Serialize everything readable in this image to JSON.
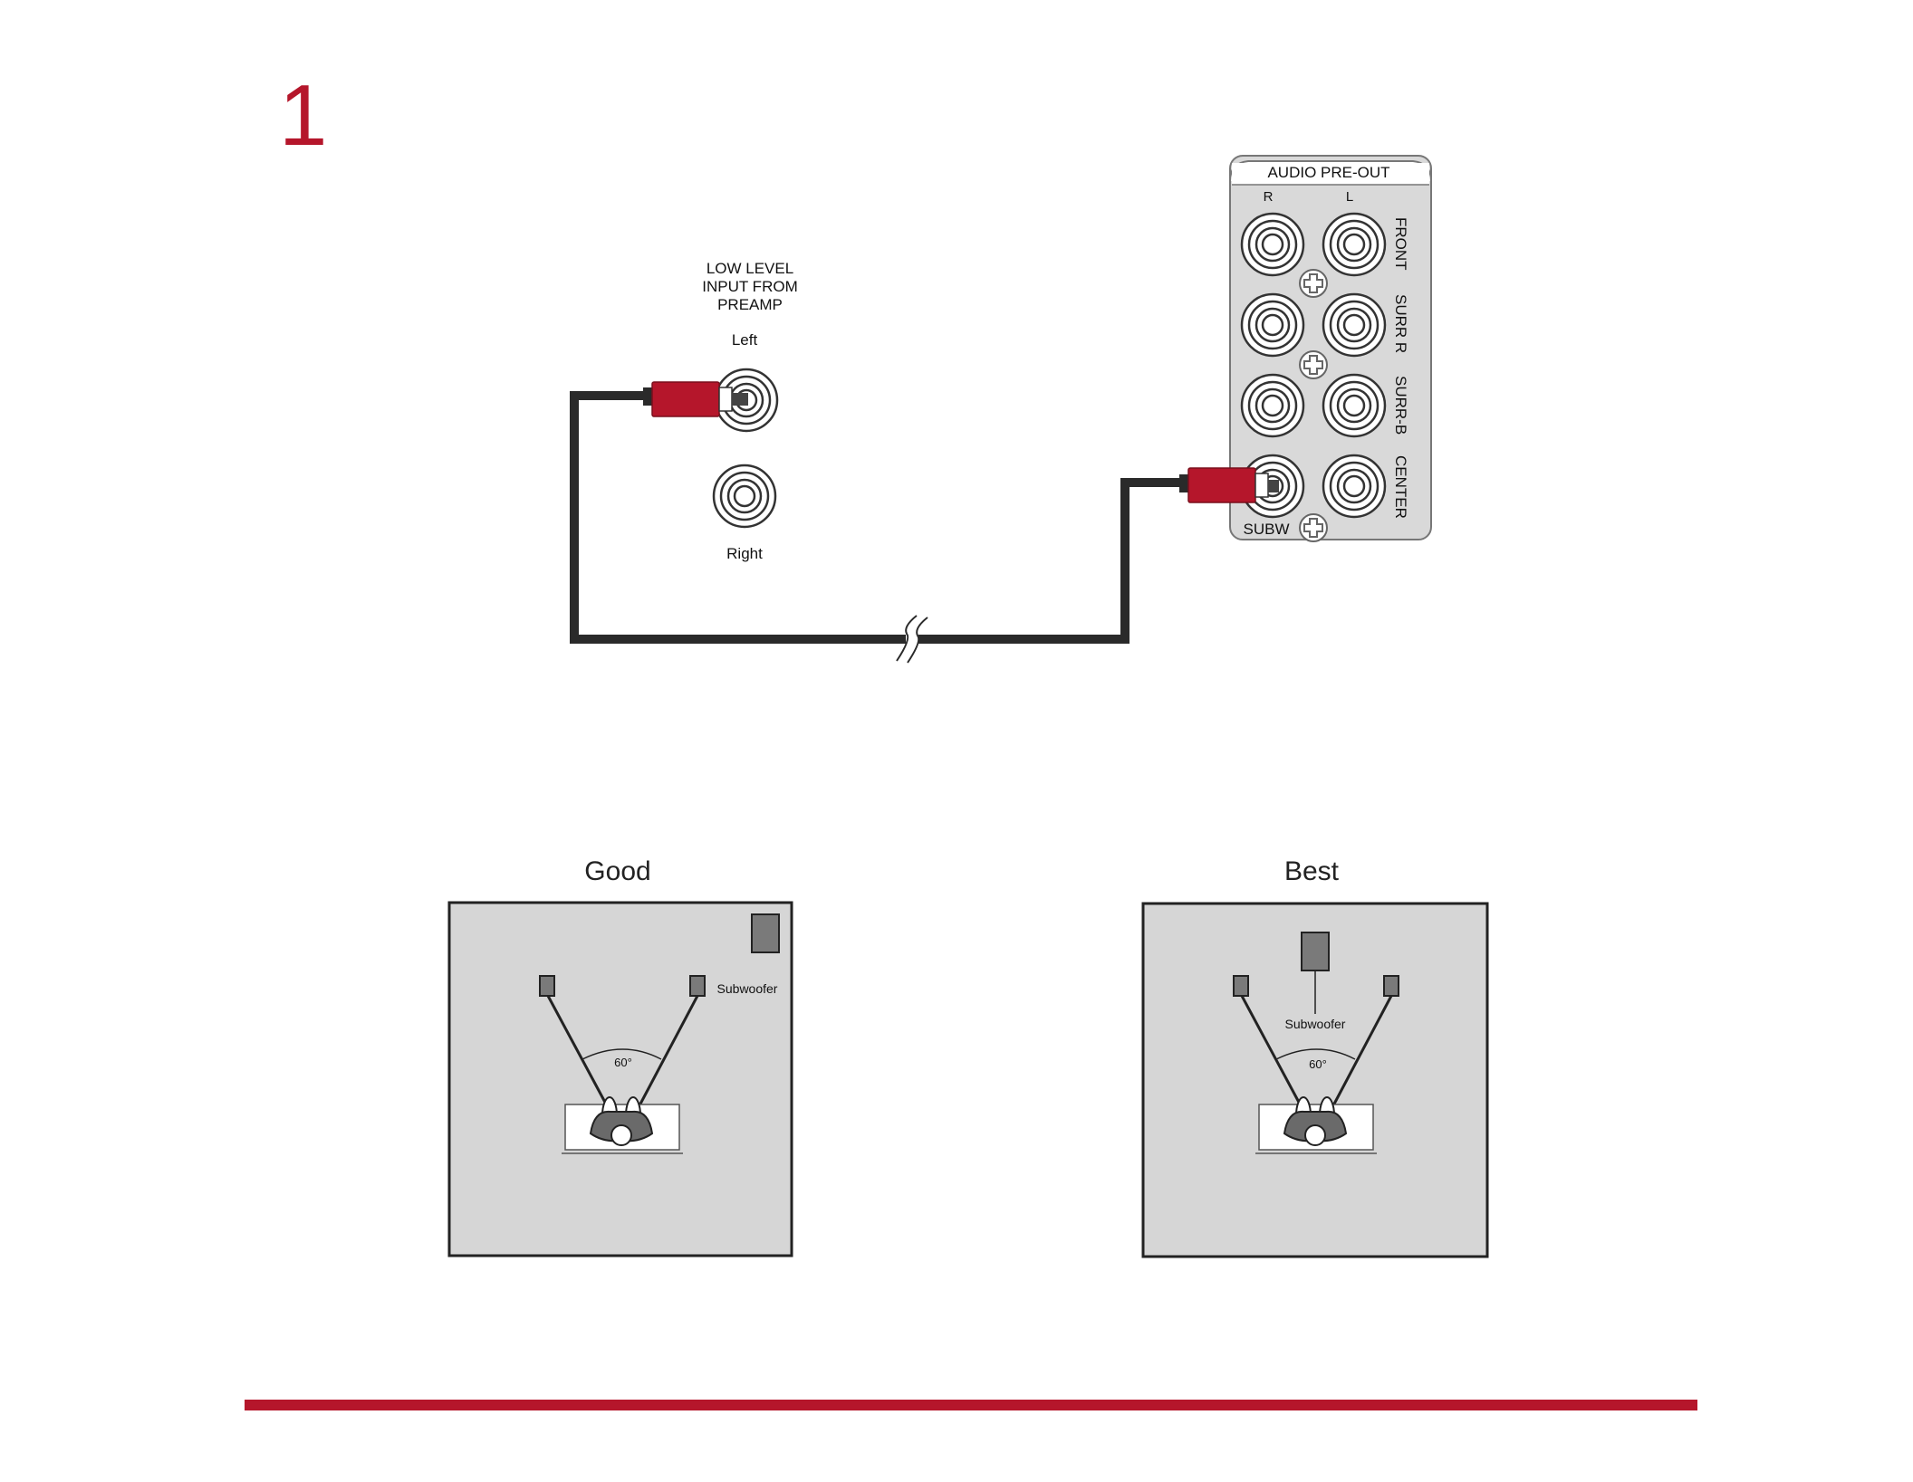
{
  "page": {
    "step_number": "1",
    "accent_color": "#b5162b",
    "background_color": "#ffffff"
  },
  "sub_input": {
    "heading_lines": [
      "LOW LEVEL",
      "INPUT FROM",
      "PREAMP"
    ],
    "left_label": "Left",
    "right_label": "Right"
  },
  "preout_panel": {
    "title": "AUDIO PRE-OUT",
    "col_r": "R",
    "col_l": "L",
    "row_labels": [
      "FRONT",
      "SURR R",
      "SURR-B",
      "CENTER"
    ],
    "subw_label": "SUBW",
    "panel_color": "#d9d9d9"
  },
  "placements": [
    {
      "title": "Good",
      "subwoofer_label": "Subwoofer",
      "angle_label": "60°"
    },
    {
      "title": "Best",
      "subwoofer_label": "Subwoofer",
      "angle_label": "60°"
    }
  ],
  "colors": {
    "cable": "#2a2a2a",
    "plug": "#b5162b",
    "room_fill": "#d6d6d6",
    "speaker_fill": "#7a7a7a"
  }
}
